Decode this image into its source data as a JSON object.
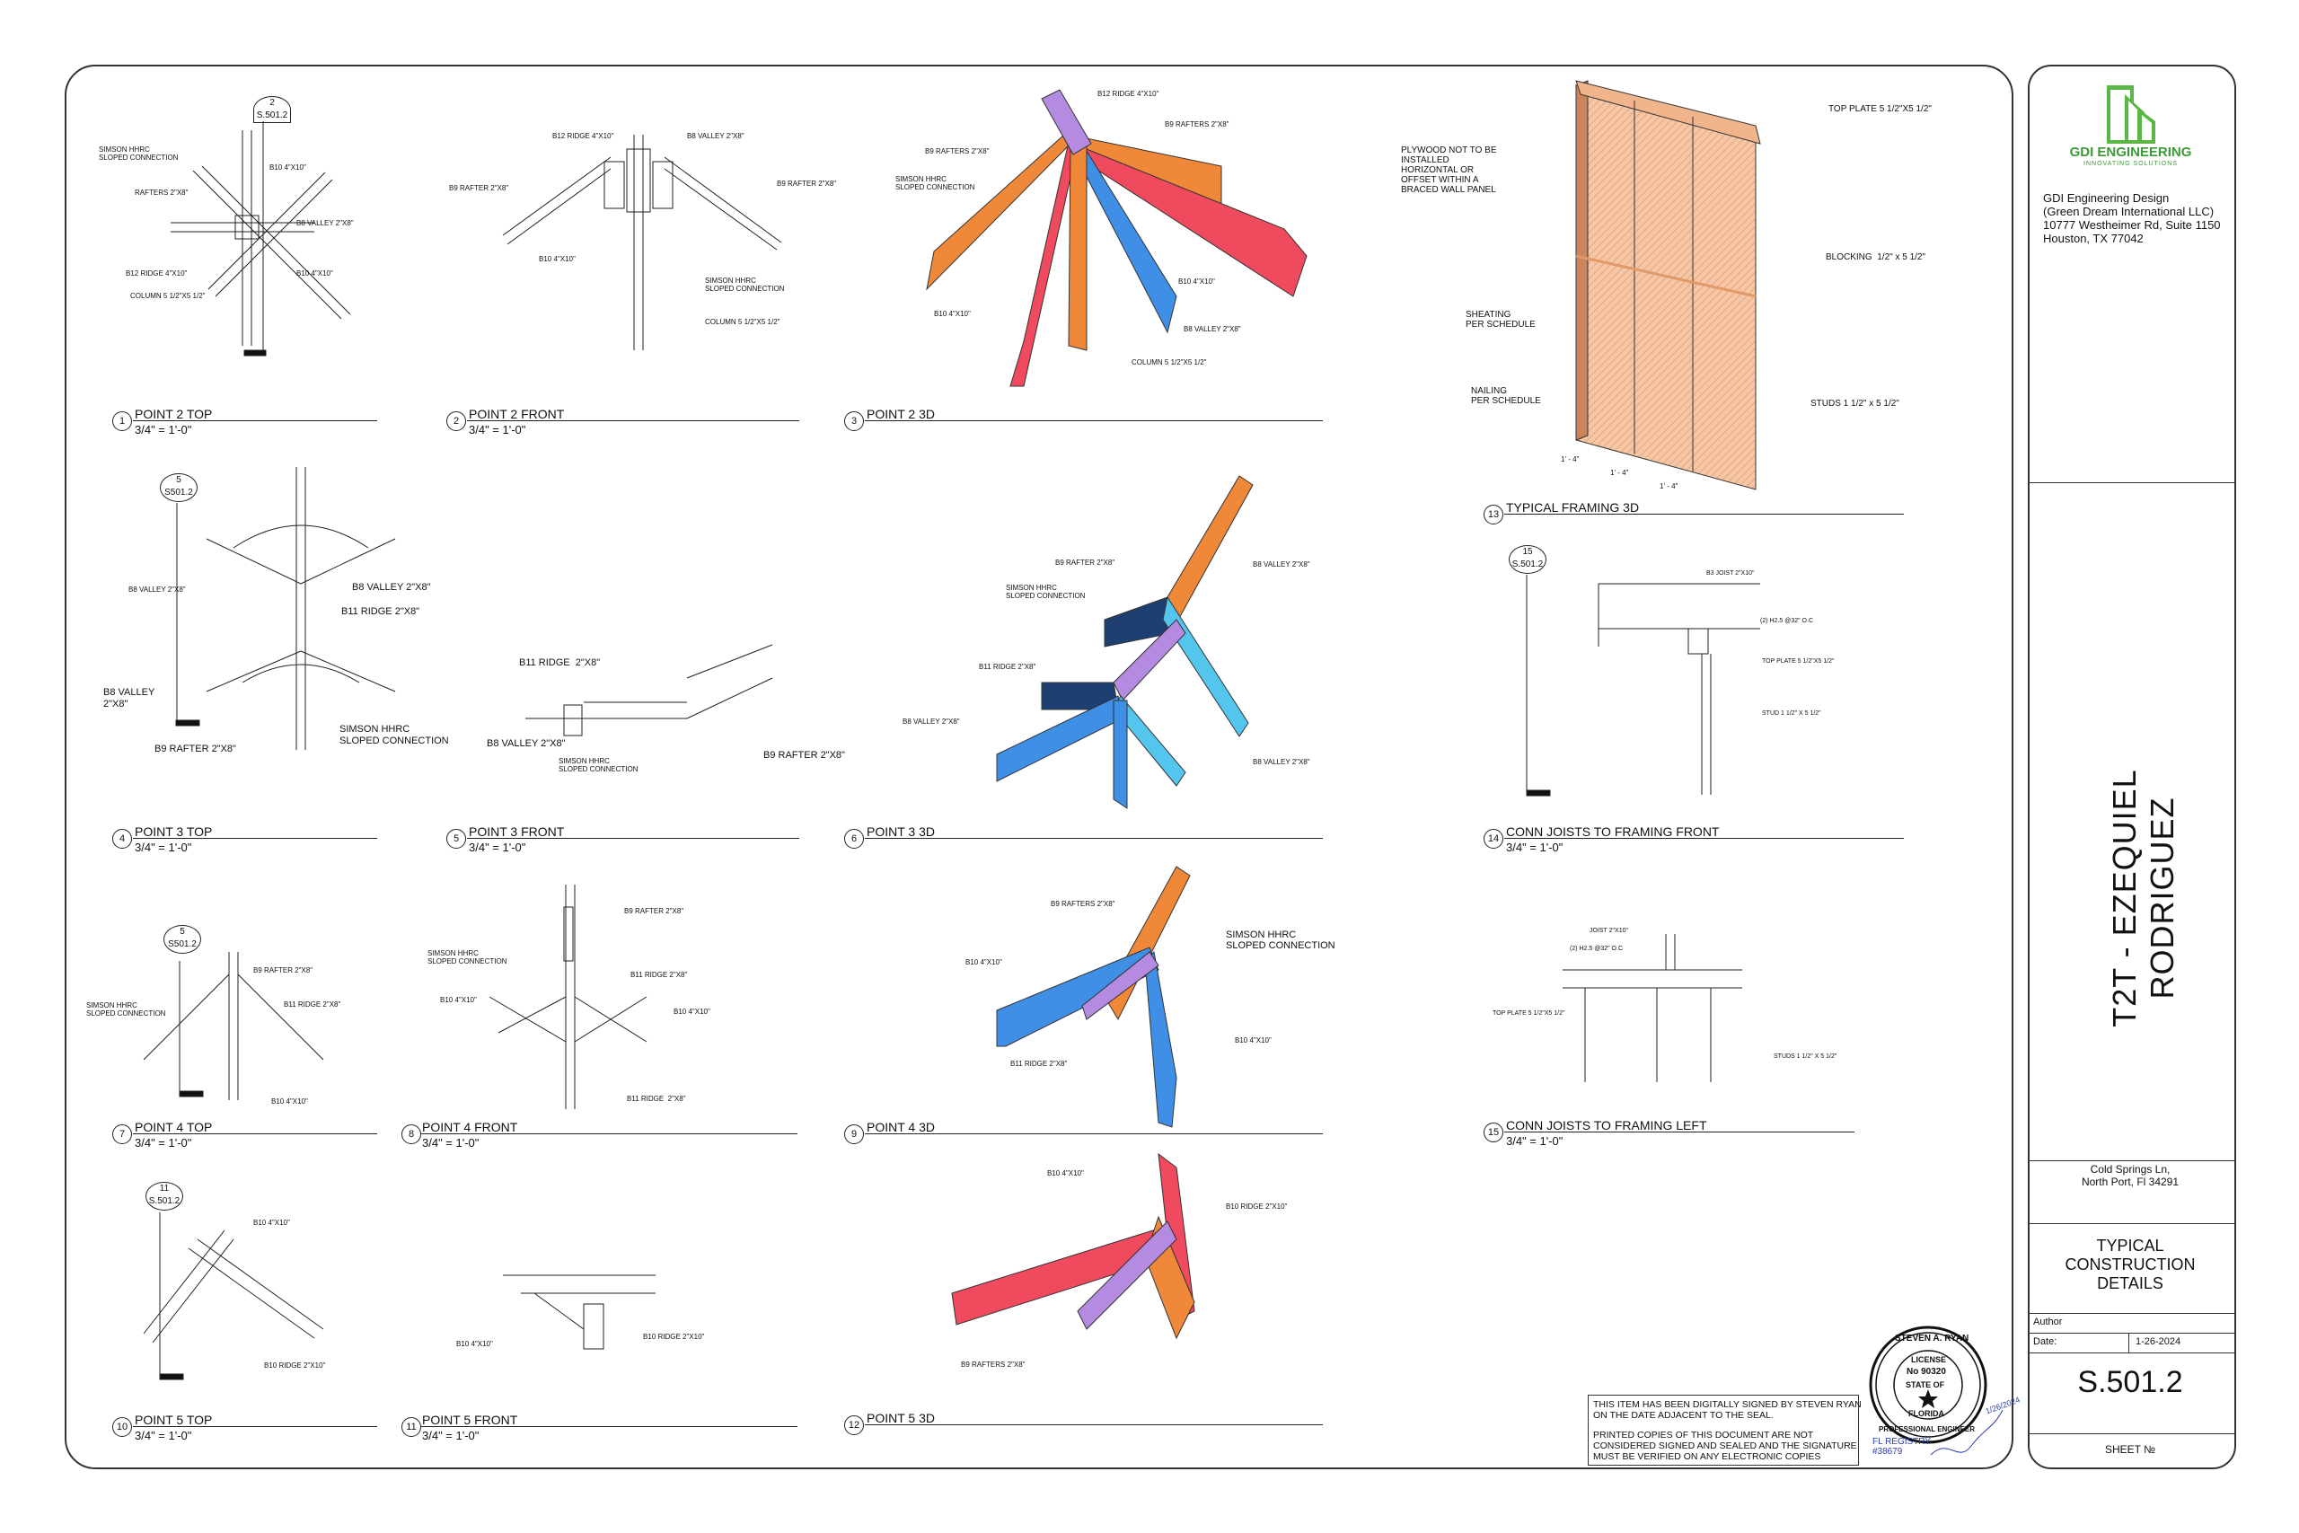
{
  "views": [
    {
      "num": "1",
      "title": "POINT 2 TOP",
      "scale": "3/4\" = 1'-0\""
    },
    {
      "num": "2",
      "title": "POINT 2 FRONT",
      "scale": "3/4\" = 1'-0\""
    },
    {
      "num": "3",
      "title": "POINT 2 3D",
      "scale": ""
    },
    {
      "num": "4",
      "title": "POINT 3 TOP",
      "scale": "3/4\" = 1'-0\""
    },
    {
      "num": "5",
      "title": "POINT 3 FRONT",
      "scale": "3/4\" = 1'-0\""
    },
    {
      "num": "6",
      "title": "POINT 3 3D",
      "scale": ""
    },
    {
      "num": "7",
      "title": "POINT 4 TOP",
      "scale": "3/4\" = 1'-0\""
    },
    {
      "num": "8",
      "title": "POINT 4 FRONT",
      "scale": "3/4\" = 1'-0\""
    },
    {
      "num": "9",
      "title": "POINT 4 3D",
      "scale": ""
    },
    {
      "num": "10",
      "title": "POINT 5 TOP",
      "scale": "3/4\" = 1'-0\""
    },
    {
      "num": "11",
      "title": "POINT 5 FRONT",
      "scale": "3/4\" = 1'-0\""
    },
    {
      "num": "12",
      "title": "POINT 5 3D",
      "scale": ""
    },
    {
      "num": "13",
      "title": "TYPICAL FRAMING 3D",
      "scale": ""
    },
    {
      "num": "14",
      "title": "CONN JOISTS TO FRAMING FRONT",
      "scale": "3/4\" = 1'-0\""
    },
    {
      "num": "15",
      "title": "CONN JOISTS TO FRAMING LEFT",
      "scale": "3/4\" = 1'-0\""
    }
  ],
  "callouts": {
    "c1": {
      "num": "2",
      "sheet": "S.501.2"
    },
    "c4": {
      "num": "5",
      "sheet": "S501.2"
    },
    "c7": {
      "num": "5",
      "sheet": "S501.2"
    },
    "c10": {
      "num": "11",
      "sheet": "S.501.2"
    },
    "c14": {
      "num": "15",
      "sheet": "S.501.2"
    }
  },
  "labels": {
    "v1": [
      "SIMSON HHRC\nSLOPED CONNECTION",
      "RAFTERS 2\"X8\"",
      "B12 RIDGE 4\"X10\"",
      "COLUMN 5 1/2\"X5 1/2\"",
      "B10 4\"X10\"",
      "B8 VALLEY 2\"X8\"",
      "B10 4\"X10\""
    ],
    "v2": [
      "B12 RIDGE 4\"X10\"",
      "B8 VALLEY 2\"X8\"",
      "B9 RAFTER 2\"X8\"",
      "B9 RAFTER 2\"X8\"",
      "B10 4\"X10\"",
      "SIMSON HHRC\nSLOPED CONNECTION",
      "COLUMN 5 1/2\"X5 1/2\""
    ],
    "v3": [
      "B12 RIDGE 4\"X10\"",
      "B9 RAFTERS 2\"X8\"",
      "B9 RAFTERS 2\"X8\"",
      "SIMSON HHRC\nSLOPED CONNECTION",
      "B10 4\"X10\"",
      "B10 4\"X10\"",
      "B8 VALLEY 2\"X8\"",
      "COLUMN 5 1/2\"X5 1/2\""
    ],
    "v4": [
      "B8 VALLEY 2\"X8\"",
      "B8 VALLEY 2\"X8\"",
      "B11 RIDGE 2\"X8\"",
      "B8 VALLEY\n2\"X8\"",
      "SIMSON HHRC\nSLOPED CONNECTION",
      "B9 RAFTER 2\"X8\""
    ],
    "v5": [
      "B11 RIDGE  2\"X8\"",
      "B8 VALLEY 2\"X8\"",
      "SIMSON HHRC\nSLOPED CONNECTION",
      "B9 RAFTER 2\"X8\""
    ],
    "v6": [
      "B9 RAFTER 2\"X8\"",
      "SIMSON HHRC\nSLOPED CONNECTION",
      "B11 RIDGE 2\"X8\"",
      "B8 VALLEY 2\"X8\"",
      "B8 VALLEY 2\"X8\"",
      "B8 VALLEY 2\"X8\""
    ],
    "v7": [
      "B9 RAFTER 2\"X8\"",
      "SIMSON HHRC\nSLOPED CONNECTION",
      "B11 RIDGE 2\"X8\"",
      "B10 4\"X10\""
    ],
    "v8": [
      "B9 RAFTER 2\"X8\"",
      "SIMSON HHRC\nSLOPED CONNECTION",
      "B11 RIDGE 2\"X8\"",
      "B10 4\"X10\"",
      "B10 4\"X10\"",
      "B11 RIDGE  2\"X8\""
    ],
    "v9": [
      "B9 RAFTERS 2\"X8\"",
      "B10 4\"X10\"",
      "SIMSON HHRC\nSLOPED CONNECTION",
      "B11 RIDGE 2\"X8\"",
      "B10 4\"X10\""
    ],
    "v10": [
      "B10 4\"X10\"",
      "B10 RIDGE 2\"X10\""
    ],
    "v11": [
      "B10 4\"X10\"",
      "B10 RIDGE 2\"X10\""
    ],
    "v12": [
      "B10 4\"X10\"",
      "B10 RIDGE 2\"X10\"",
      "B9 RAFTERS 2\"X8\""
    ],
    "v13": [
      "TOP PLATE 5 1/2\"X5 1/2\"",
      "PLYWOOD NOT TO BE\nINSTALLED\nHORIZONTAL OR\nOFFSET WITHIN A\nBRACED WALL PANEL",
      "BLOCKING  1/2\" x 5 1/2\"",
      "SHEATING\nPER SCHEDULE",
      "NAILING\nPER SCHEDULE",
      "STUDS 1 1/2\" x 5 1/2\"",
      "1' - 4\"",
      "1' - 4\"",
      "1' - 4\""
    ],
    "v14": [
      "B3 JOIST 2\"X10\"",
      "(2) H2.5 @32\" O.C",
      "TOP PLATE 5 1/2\"X5 1/2\"",
      "STUD 1 1/2\" X 5 1/2\""
    ],
    "v15": [
      "JOIST 2\"X10\"",
      "(2) H2.5 @32\" O.C",
      "TOP PLATE 5 1/2\"X5 1/2\"",
      "STUDS 1 1/2\" X 5 1/2\""
    ]
  },
  "notes": {
    "signed": "THIS ITEM HAS BEEN DIGITALLY SIGNED BY STEVEN RYAN\nON THE DATE ADJACENT TO THE SEAL.",
    "printed": "PRINTED COPIES OF THIS DOCUMENT ARE NOT\nCONSIDERED SIGNED AND SEALED AND THE SIGNATURE\nMUST BE VERIFIED ON ANY ELECTRONIC COPIES"
  },
  "seal": {
    "name": "STEVEN A. RYAN",
    "license": "LICENSE",
    "no": "No 90320",
    "state": "STATE OF",
    "florida": "FLORIDA",
    "pe": "PROFESSIONAL ENGINEER",
    "registry": "FL REGISTRY\n#38679",
    "date": "1/26/2024"
  },
  "titleblock": {
    "logo_name": "GDI ENGINEERING",
    "logo_tag": "INNOVATING SOLUTIONS",
    "company": "GDI Engineering Design\n(Green Dream International LLC)\n10777 Westheimer Rd, Suite 1150\nHouston, TX 77042",
    "project": "T2T - EZEQUIEL RODRIGUEZ",
    "address": "Cold Springs Ln,\nNorth Port, Fl 34291",
    "sheet_title": "TYPICAL\nCONSTRUCTION\nDETAILS",
    "author_label": "Author",
    "date_label": "Date:",
    "date_value": "1-26-2024",
    "sheet_number": "S.501.2",
    "sheet_label": "SHEET №"
  },
  "colors": {
    "orange": "#f0883a",
    "red": "#f04a5e",
    "blue": "#3f8fe6",
    "cyan": "#54c6ee",
    "purple": "#b48be0",
    "navy": "#1e3f72",
    "wood": "#f2b48a",
    "green": "#5bb646"
  }
}
